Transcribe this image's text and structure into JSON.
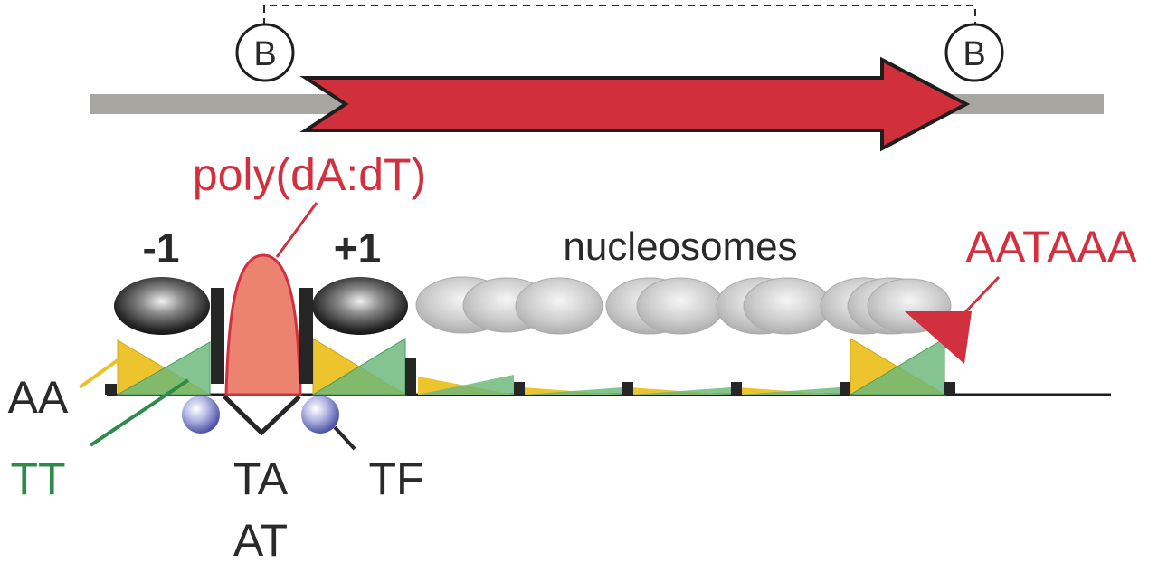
{
  "labels": {
    "barrier_left": "B",
    "barrier_right": "B",
    "poly_da_dt": "poly(dA:dT)",
    "nucleosome_minus1": "-1",
    "nucleosome_plus1": "+1",
    "nucleosomes": "nucleosomes",
    "aataaa": "AATAAA",
    "aa": "AA",
    "tt": "TT",
    "ta": "TA",
    "at": "AT",
    "tf": "TF"
  },
  "colors": {
    "red_accent": "#d1303f",
    "gene_arrow": "#d22f3c",
    "dna_gray": "#a8a6a0",
    "aa_yellow": "#e8c22a",
    "tt_green": "#2e8a4a",
    "text_dark": "#2a2a2a",
    "poly_peak": "#ec8270",
    "tf_ball": "#8a8ed0"
  }
}
